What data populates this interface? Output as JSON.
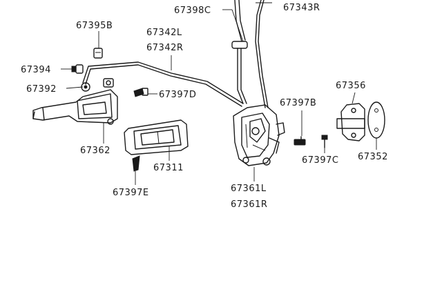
{
  "parts": {
    "p67398C": "67398C",
    "p67343R": "67343R",
    "p67395B": "67395B",
    "p67342L": "67342L",
    "p67342R": "67342R",
    "p67394": "67394",
    "p67392": "67392",
    "p67397D": "67397D",
    "p67356": "67356",
    "p67397B": "67397B",
    "p67362": "67362",
    "p67397C": "67397C",
    "p67352": "67352",
    "p67311": "67311",
    "p67361L": "67361L",
    "p67361R": "67361R",
    "p67397E": "67397E"
  }
}
